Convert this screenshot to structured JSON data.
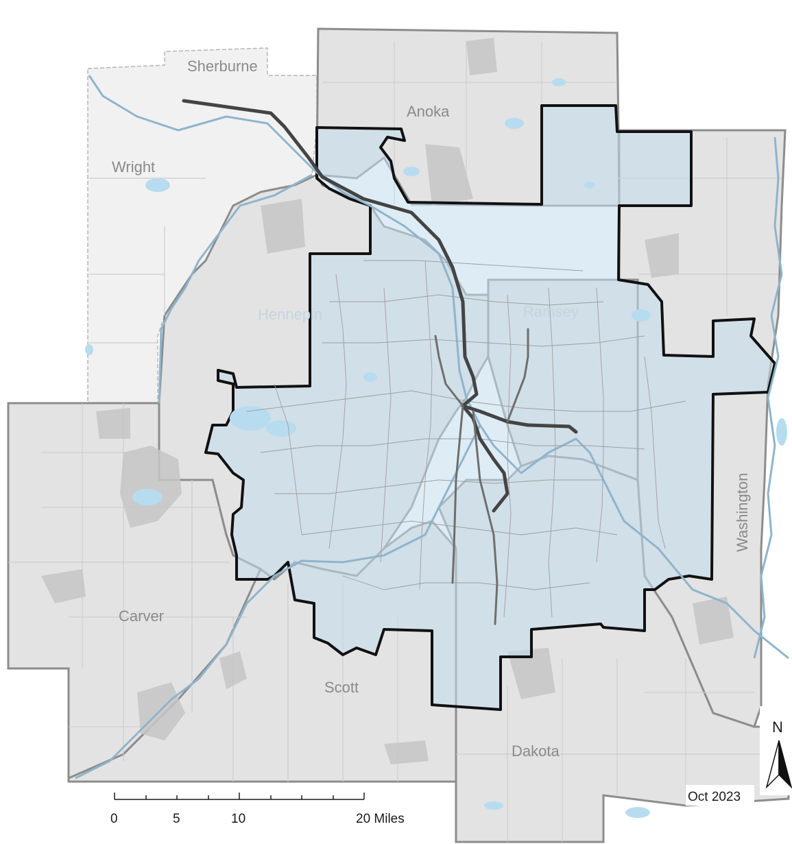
{
  "colors": {
    "county_fill": "#e3e3e3",
    "outside_fill": "#ffffff",
    "county_border": "#8c8c8c",
    "service_area_fill": "#c2dcec",
    "service_area_border": "#111111",
    "water": "#b8dcef",
    "river": "#8fb4cc",
    "urban_area": "#c6c6c6",
    "transit_line": "#3d3d3d",
    "street": "#9e9e9e",
    "township_line": "#cccccc"
  },
  "counties": [
    {
      "id": "sherburne",
      "label": "Sherburne"
    },
    {
      "id": "anoka",
      "label": "Anoka"
    },
    {
      "id": "wright",
      "label": "Wright"
    },
    {
      "id": "hennepin",
      "label": "Hennepin"
    },
    {
      "id": "ramsey",
      "label": "Ramsey"
    },
    {
      "id": "washington",
      "label": "Washington"
    },
    {
      "id": "carver",
      "label": "Carver"
    },
    {
      "id": "scott",
      "label": "Scott"
    },
    {
      "id": "dakota",
      "label": "Dakota"
    }
  ],
  "scale_bar": {
    "ticks": [
      "0",
      "5",
      "10",
      "20 Miles"
    ]
  },
  "north_arrow": {
    "label": "N",
    "icon": "north-arrow-icon"
  },
  "date_label": "Oct 2023"
}
